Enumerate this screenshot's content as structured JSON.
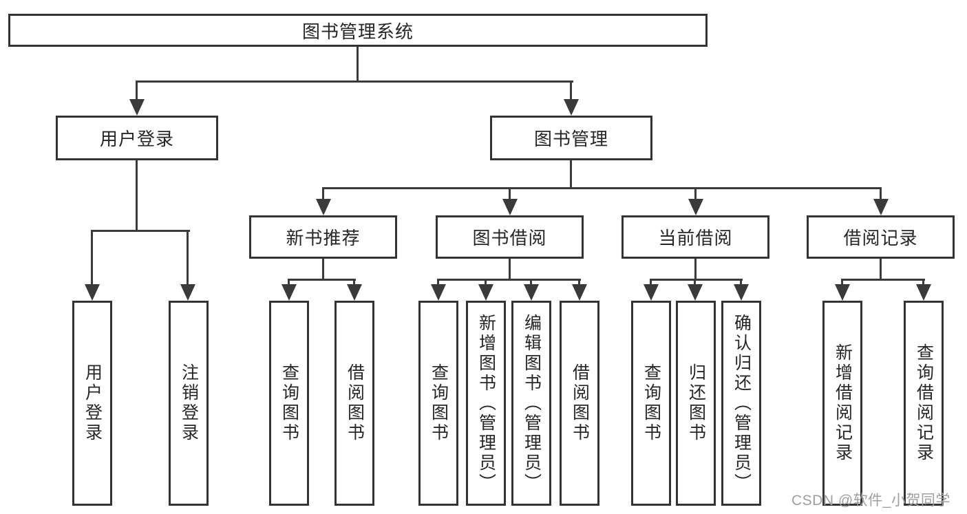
{
  "diagram": {
    "type": "tree",
    "title": "图书管理系统",
    "watermark": "CSDN @软件_小贺同学",
    "colors": {
      "line": "#3a3a3a",
      "box_border": "#333333",
      "text": "#262626",
      "watermark": "#9e9e9e",
      "background": "#ffffff"
    },
    "nodes": {
      "root": {
        "label": "图书管理系统"
      },
      "user_login": {
        "label": "用户登录"
      },
      "book_mgmt": {
        "label": "图书管理"
      },
      "new_book_rec": {
        "label": "新书推荐"
      },
      "book_borrow": {
        "label": "图书借阅"
      },
      "current_borrow": {
        "label": "当前借阅"
      },
      "borrow_record": {
        "label": "借阅记录"
      },
      "leaf_user_login": {
        "label": "用户登录"
      },
      "leaf_logout": {
        "label": "注销登录"
      },
      "leaf_query_book_rec": {
        "label": "查询图书"
      },
      "leaf_borrow_book_rec": {
        "label": "借阅图书"
      },
      "leaf_query_book_bor": {
        "label": "查询图书"
      },
      "leaf_add_book": {
        "label": "新增图书（管理员）"
      },
      "leaf_edit_book": {
        "label": "编辑图书（管理员）"
      },
      "leaf_borrow_book_bor": {
        "label": "借阅图书"
      },
      "leaf_query_book_cur": {
        "label": "查询图书"
      },
      "leaf_return_book": {
        "label": "归还图书"
      },
      "leaf_confirm_return": {
        "label": "确认归还（管理员）"
      },
      "leaf_add_borrow_rec": {
        "label": "新增借阅记录"
      },
      "leaf_query_borrow_rec": {
        "label": "查询借阅记录"
      }
    },
    "hierarchy": {
      "图书管理系统": [
        "用户登录",
        "图书管理"
      ],
      "用户登录": [
        "用户登录",
        "注销登录"
      ],
      "图书管理": [
        "新书推荐",
        "图书借阅",
        "当前借阅",
        "借阅记录"
      ],
      "新书推荐": [
        "查询图书",
        "借阅图书"
      ],
      "图书借阅": [
        "查询图书",
        "新增图书（管理员）",
        "编辑图书（管理员）",
        "借阅图书"
      ],
      "当前借阅": [
        "查询图书",
        "归还图书",
        "确认归还（管理员）"
      ],
      "借阅记录": [
        "新增借阅记录",
        "查询借阅记录"
      ]
    }
  }
}
